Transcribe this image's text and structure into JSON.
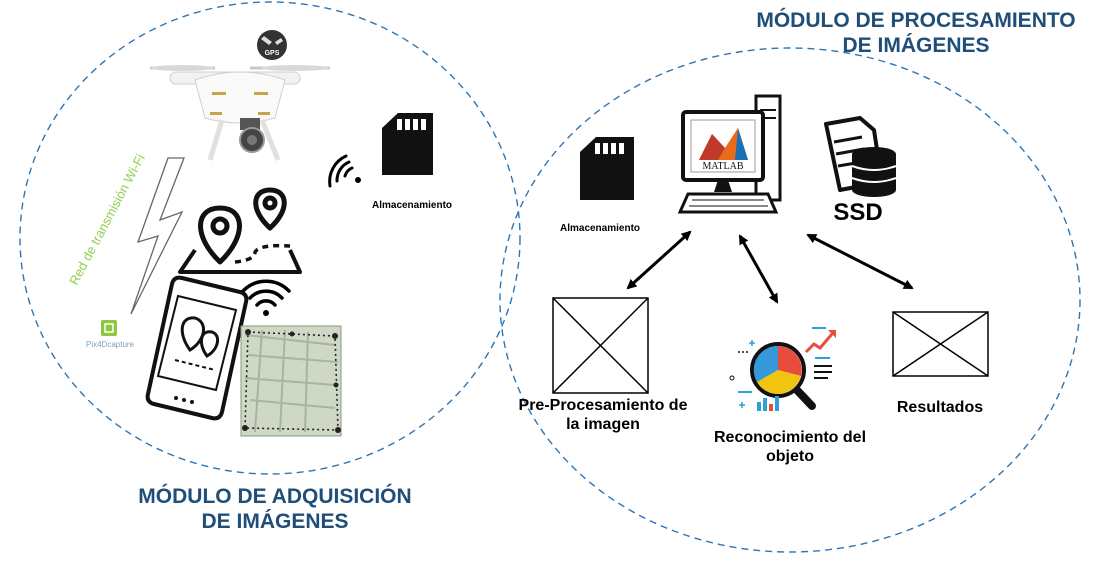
{
  "titles": {
    "processing": "MÓDULO DE PROCESAMIENTO\nDE IMÁGENES",
    "acquisition": "MÓDULO DE ADQUISICIÓN\nDE IMÁGENES"
  },
  "labels": {
    "wifi_network": "Red de transmisión Wi-Fi",
    "storage_left": "Almacenamiento",
    "storage_right": "Almacenamiento",
    "ssd": "SSD",
    "gps": "GPS",
    "matlab": "MATLAB",
    "app_name": "Pix4Dcapture",
    "preprocessing": "Pre-Procesamiento de\nla imagen",
    "recognition": "Reconocimiento del\nobjeto",
    "results": "Resultados"
  },
  "colors": {
    "title": "#1f4e79",
    "dashed_border": "#2e75b6",
    "wifi_text": "#92d050",
    "pie_red": "#e74c3c",
    "pie_yellow": "#f1c40f",
    "pie_blue": "#3498db",
    "accent_cyan": "#29a3d6"
  },
  "icons": [
    "drone-icon",
    "gps-icon",
    "sd-card-icon",
    "signal-icon",
    "lightning-icon",
    "map-pin-icon",
    "smartphone-icon",
    "wifi-icon",
    "map-icon",
    "computer-icon",
    "database-icon",
    "magnifier-chart-icon",
    "placeholder-image-icon"
  ]
}
